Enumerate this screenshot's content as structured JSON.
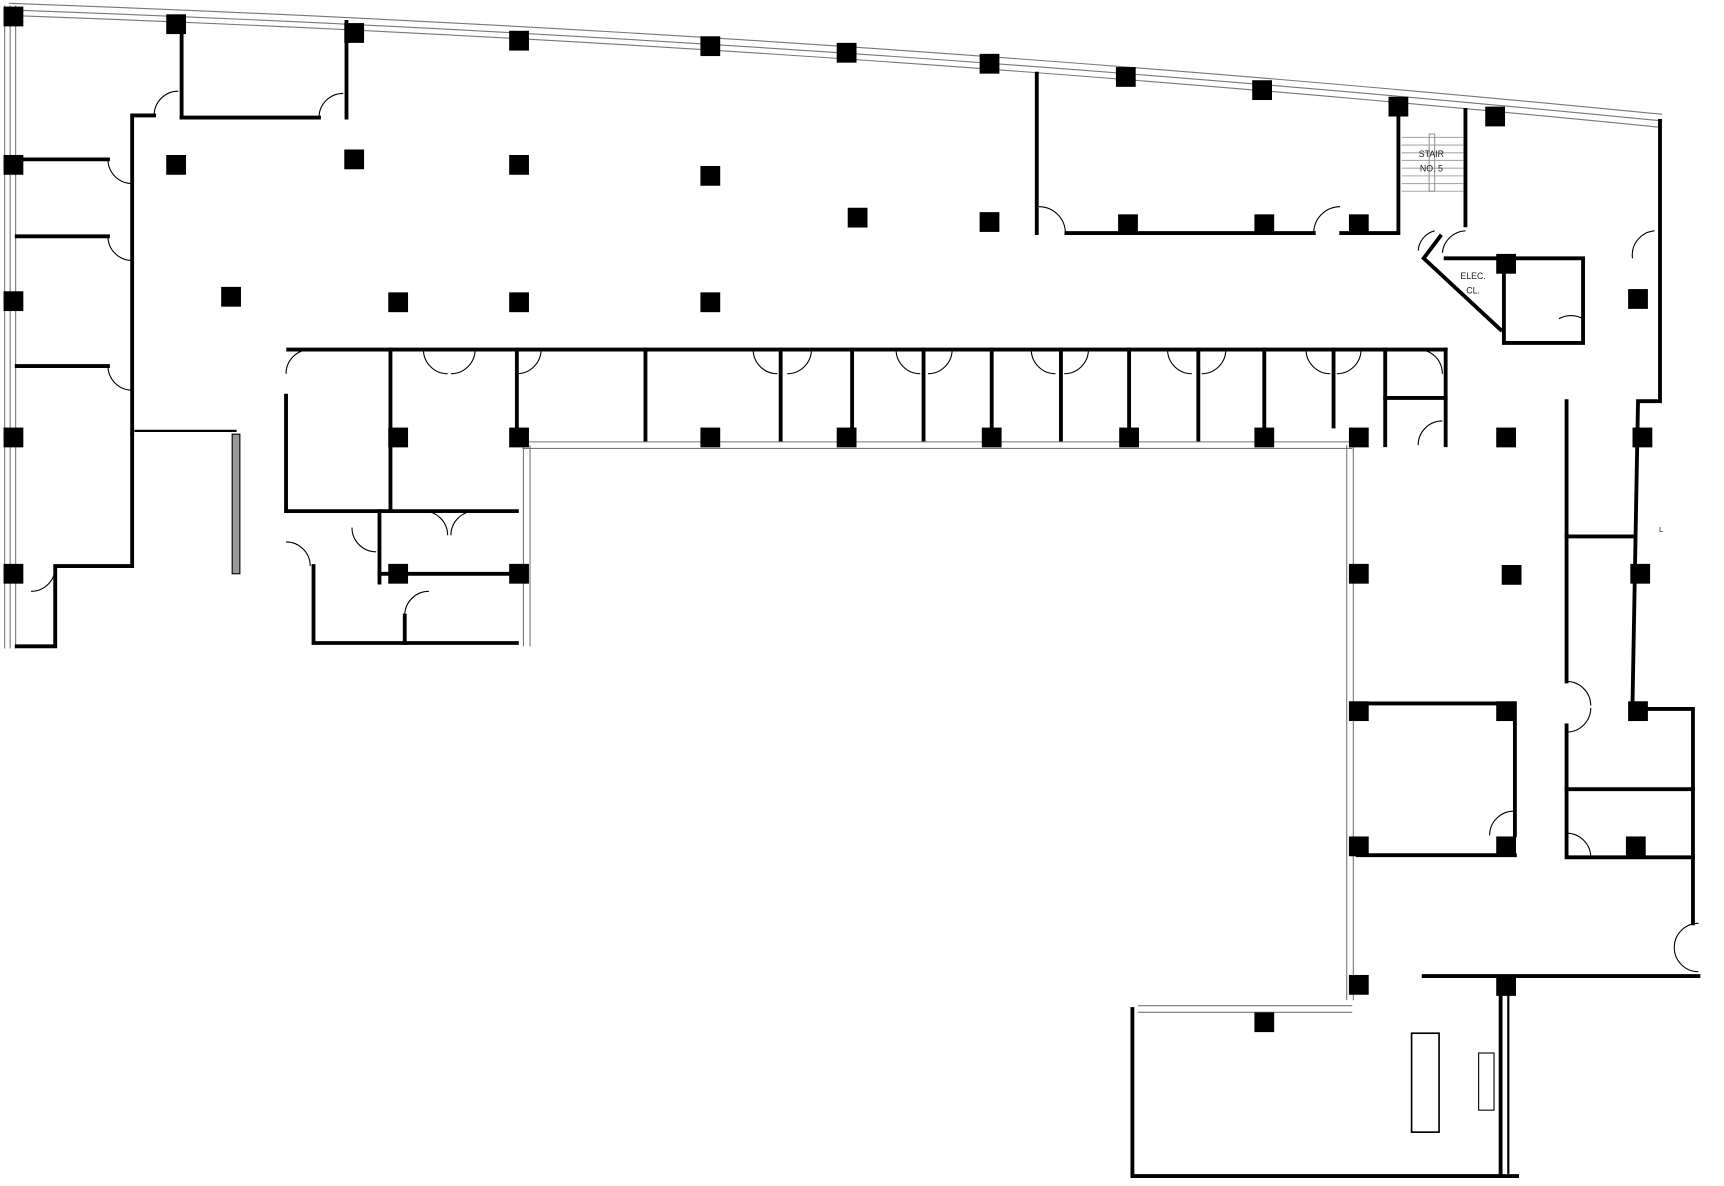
{
  "plan": {
    "stair_label_1": "STAIR",
    "stair_label_2": "NO. 5",
    "elec_label_1": "ELEC.",
    "elec_label_2": "CL.",
    "small_mark": "L"
  },
  "colors": {
    "wall": "#000000",
    "background": "#ffffff",
    "glazing": "#777777"
  }
}
